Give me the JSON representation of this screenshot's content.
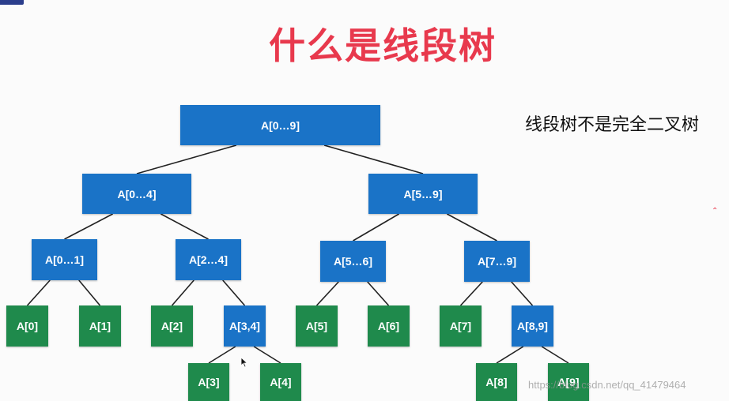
{
  "title": "什么是线段树",
  "note": "线段树不是完全二叉树",
  "watermark": "https://blog.csdn.net/qq_41479464",
  "colors": {
    "internal": "#1a73c7",
    "leaf": "#1f8a4c",
    "title": "#e8394d",
    "edge": "#222222"
  },
  "nodes": [
    {
      "id": "n0_9",
      "label": "A[0…9]",
      "kind": "internal"
    },
    {
      "id": "n0_4",
      "label": "A[0…4]",
      "kind": "internal"
    },
    {
      "id": "n5_9",
      "label": "A[5…9]",
      "kind": "internal"
    },
    {
      "id": "n0_1",
      "label": "A[0…1]",
      "kind": "internal"
    },
    {
      "id": "n2_4",
      "label": "A[2…4]",
      "kind": "internal"
    },
    {
      "id": "n5_6",
      "label": "A[5…6]",
      "kind": "internal"
    },
    {
      "id": "n7_9",
      "label": "A[7…9]",
      "kind": "internal"
    },
    {
      "id": "l0",
      "label": "A[0]",
      "kind": "leaf"
    },
    {
      "id": "l1",
      "label": "A[1]",
      "kind": "leaf"
    },
    {
      "id": "l2",
      "label": "A[2]",
      "kind": "leaf"
    },
    {
      "id": "n3_4",
      "label": "A[3,4]",
      "kind": "internal"
    },
    {
      "id": "l5",
      "label": "A[5]",
      "kind": "leaf"
    },
    {
      "id": "l6",
      "label": "A[6]",
      "kind": "leaf"
    },
    {
      "id": "l7",
      "label": "A[7]",
      "kind": "leaf"
    },
    {
      "id": "n8_9",
      "label": "A[8,9]",
      "kind": "internal"
    },
    {
      "id": "l3",
      "label": "A[3]",
      "kind": "leaf"
    },
    {
      "id": "l4",
      "label": "A[4]",
      "kind": "leaf"
    },
    {
      "id": "l8",
      "label": "A[8]",
      "kind": "leaf"
    },
    {
      "id": "l9",
      "label": "A[9]",
      "kind": "leaf"
    }
  ],
  "edges": [
    [
      "n0_9",
      "n0_4"
    ],
    [
      "n0_9",
      "n5_9"
    ],
    [
      "n0_4",
      "n0_1"
    ],
    [
      "n0_4",
      "n2_4"
    ],
    [
      "n5_9",
      "n5_6"
    ],
    [
      "n5_9",
      "n7_9"
    ],
    [
      "n0_1",
      "l0"
    ],
    [
      "n0_1",
      "l1"
    ],
    [
      "n2_4",
      "l2"
    ],
    [
      "n2_4",
      "n3_4"
    ],
    [
      "n5_6",
      "l5"
    ],
    [
      "n5_6",
      "l6"
    ],
    [
      "n7_9",
      "l7"
    ],
    [
      "n7_9",
      "n8_9"
    ],
    [
      "n3_4",
      "l3"
    ],
    [
      "n3_4",
      "l4"
    ],
    [
      "n8_9",
      "l8"
    ],
    [
      "n8_9",
      "l9"
    ]
  ]
}
